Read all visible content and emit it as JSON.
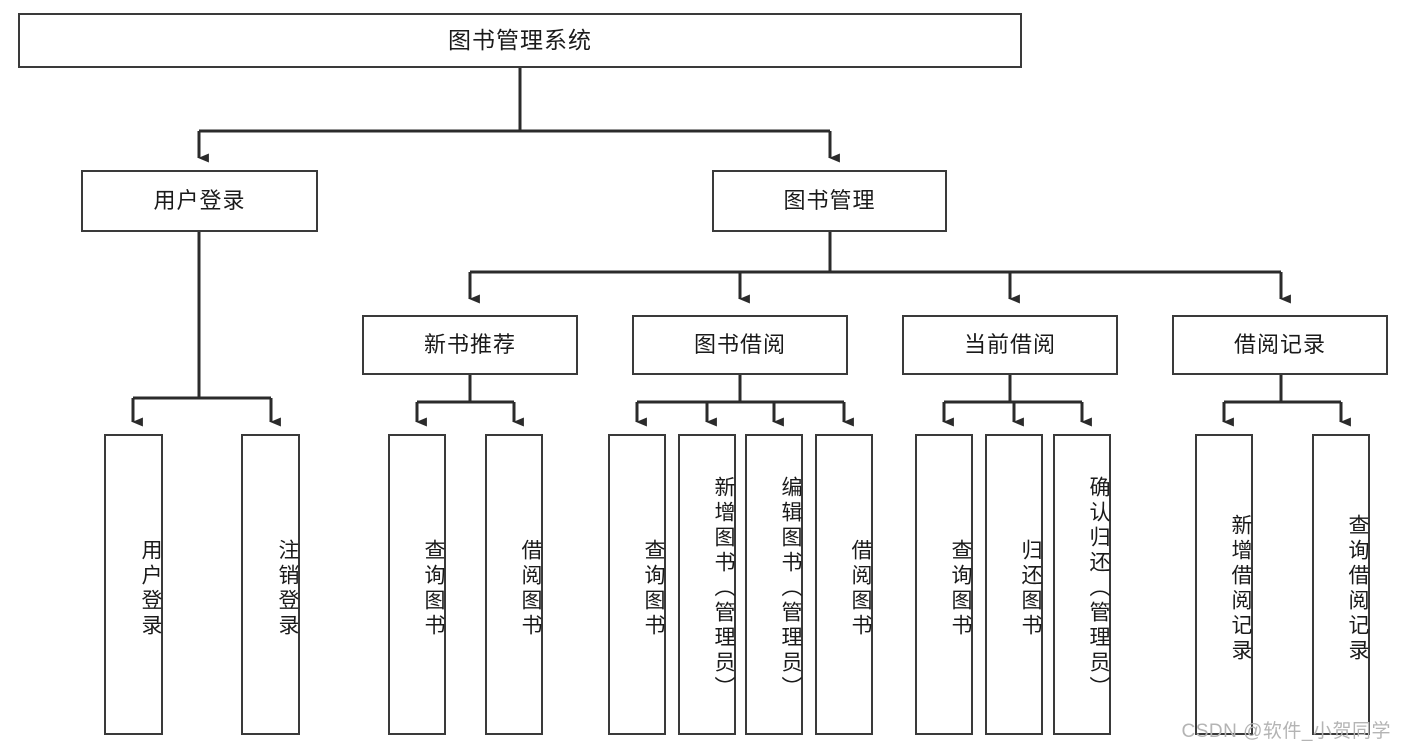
{
  "diagram": {
    "title": "图书管理系统",
    "type": "functional-structure-tree",
    "colors": {
      "box_border": "#3a3a3a",
      "box_fill": "#ffffff",
      "edge": "#2b2b2b",
      "text": "#1a1a1a",
      "watermark": "#b4b4b4"
    },
    "root": {
      "id": "root",
      "label": "图书管理系统"
    },
    "level2": [
      {
        "id": "user-login",
        "label": "用户登录"
      },
      {
        "id": "book-manage",
        "label": "图书管理"
      }
    ],
    "level3": [
      {
        "id": "new-book-rec",
        "label": "新书推荐",
        "parent": "book-manage"
      },
      {
        "id": "book-borrow",
        "label": "图书借阅",
        "parent": "book-manage"
      },
      {
        "id": "current-borrow",
        "label": "当前借阅",
        "parent": "book-manage"
      },
      {
        "id": "borrow-record",
        "label": "借阅记录",
        "parent": "book-manage"
      }
    ],
    "leaves": [
      {
        "id": "leaf-user-login",
        "label": "用户登录",
        "parent": "user-login"
      },
      {
        "id": "leaf-logout",
        "label": "注销登录",
        "parent": "user-login"
      },
      {
        "id": "leaf-query-book-1",
        "label": "查询图书",
        "parent": "new-book-rec"
      },
      {
        "id": "leaf-borrow-book-1",
        "label": "借阅图书",
        "parent": "new-book-rec"
      },
      {
        "id": "leaf-query-book-2",
        "label": "查询图书",
        "parent": "book-borrow"
      },
      {
        "id": "leaf-add-book",
        "label": "新增图书（管理员）",
        "parent": "book-borrow"
      },
      {
        "id": "leaf-edit-book",
        "label": "编辑图书（管理员）",
        "parent": "book-borrow"
      },
      {
        "id": "leaf-borrow-book-2",
        "label": "借阅图书",
        "parent": "book-borrow"
      },
      {
        "id": "leaf-query-book-3",
        "label": "查询图书",
        "parent": "current-borrow"
      },
      {
        "id": "leaf-return-book",
        "label": "归还图书",
        "parent": "current-borrow"
      },
      {
        "id": "leaf-confirm-return",
        "label": "确认归还（管理员）",
        "parent": "current-borrow"
      },
      {
        "id": "leaf-add-record",
        "label": "新增借阅记录",
        "parent": "borrow-record"
      },
      {
        "id": "leaf-query-record",
        "label": "查询借阅记录",
        "parent": "borrow-record"
      }
    ],
    "watermark": "CSDN @软件_小贺同学"
  }
}
